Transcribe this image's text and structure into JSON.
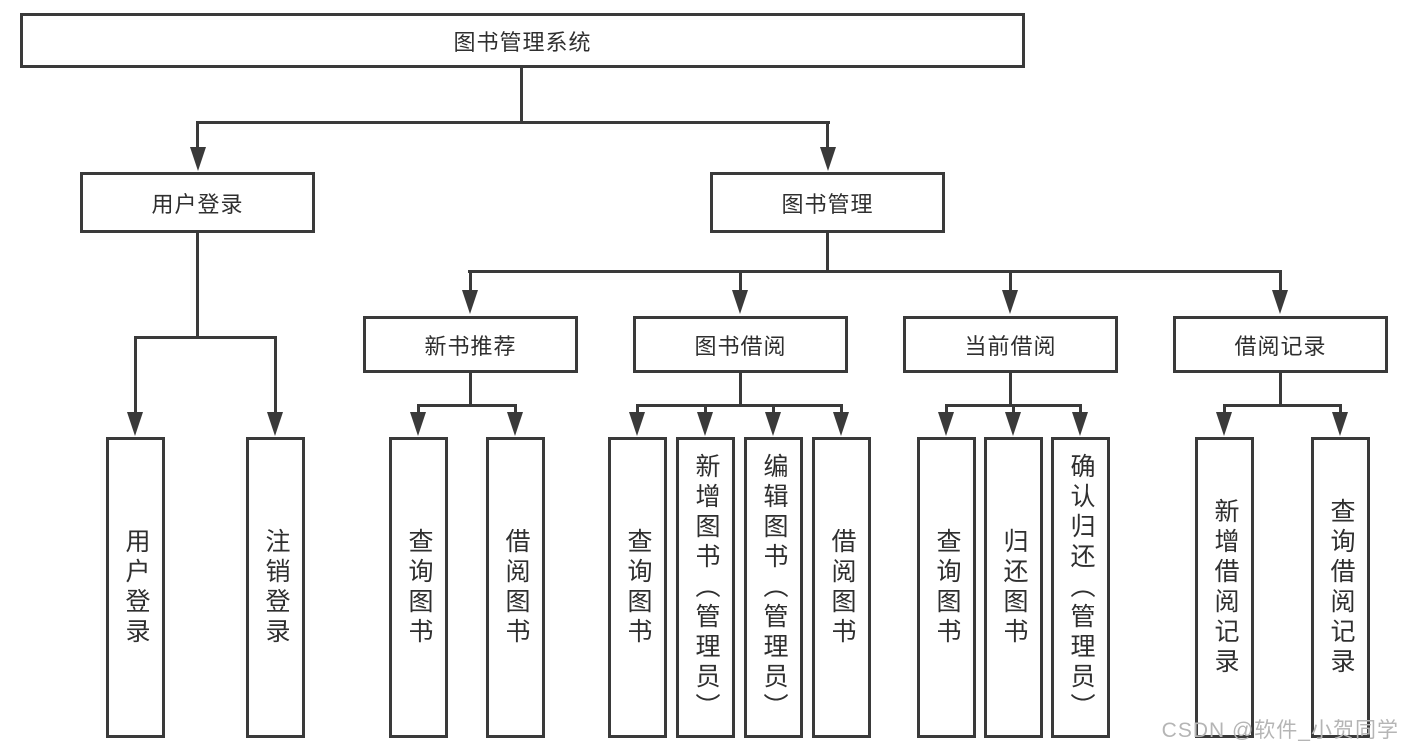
{
  "colors": {
    "line": "#3a3a3a",
    "text": "#2f2f2f",
    "box_background": "#ffffff",
    "watermark": "#b5b5b5"
  },
  "watermark": "CSDN @软件_小贺同学",
  "tree": {
    "root": {
      "label": "图书管理系统",
      "children": [
        {
          "label": "用户登录",
          "children": [
            {
              "label": "用户登录"
            },
            {
              "label": "注销登录"
            }
          ]
        },
        {
          "label": "图书管理",
          "children": [
            {
              "label": "新书推荐",
              "children": [
                {
                  "label": "查询图书"
                },
                {
                  "label": "借阅图书"
                }
              ]
            },
            {
              "label": "图书借阅",
              "children": [
                {
                  "label": "查询图书"
                },
                {
                  "label": "新增图书（管理员）"
                },
                {
                  "label": "编辑图书（管理员）"
                },
                {
                  "label": "借阅图书"
                }
              ]
            },
            {
              "label": "当前借阅",
              "children": [
                {
                  "label": "查询图书"
                },
                {
                  "label": "归还图书"
                },
                {
                  "label": "确认归还（管理员）"
                }
              ]
            },
            {
              "label": "借阅记录",
              "children": [
                {
                  "label": "新增借阅记录"
                },
                {
                  "label": "查询借阅记录"
                }
              ]
            }
          ]
        }
      ]
    }
  }
}
